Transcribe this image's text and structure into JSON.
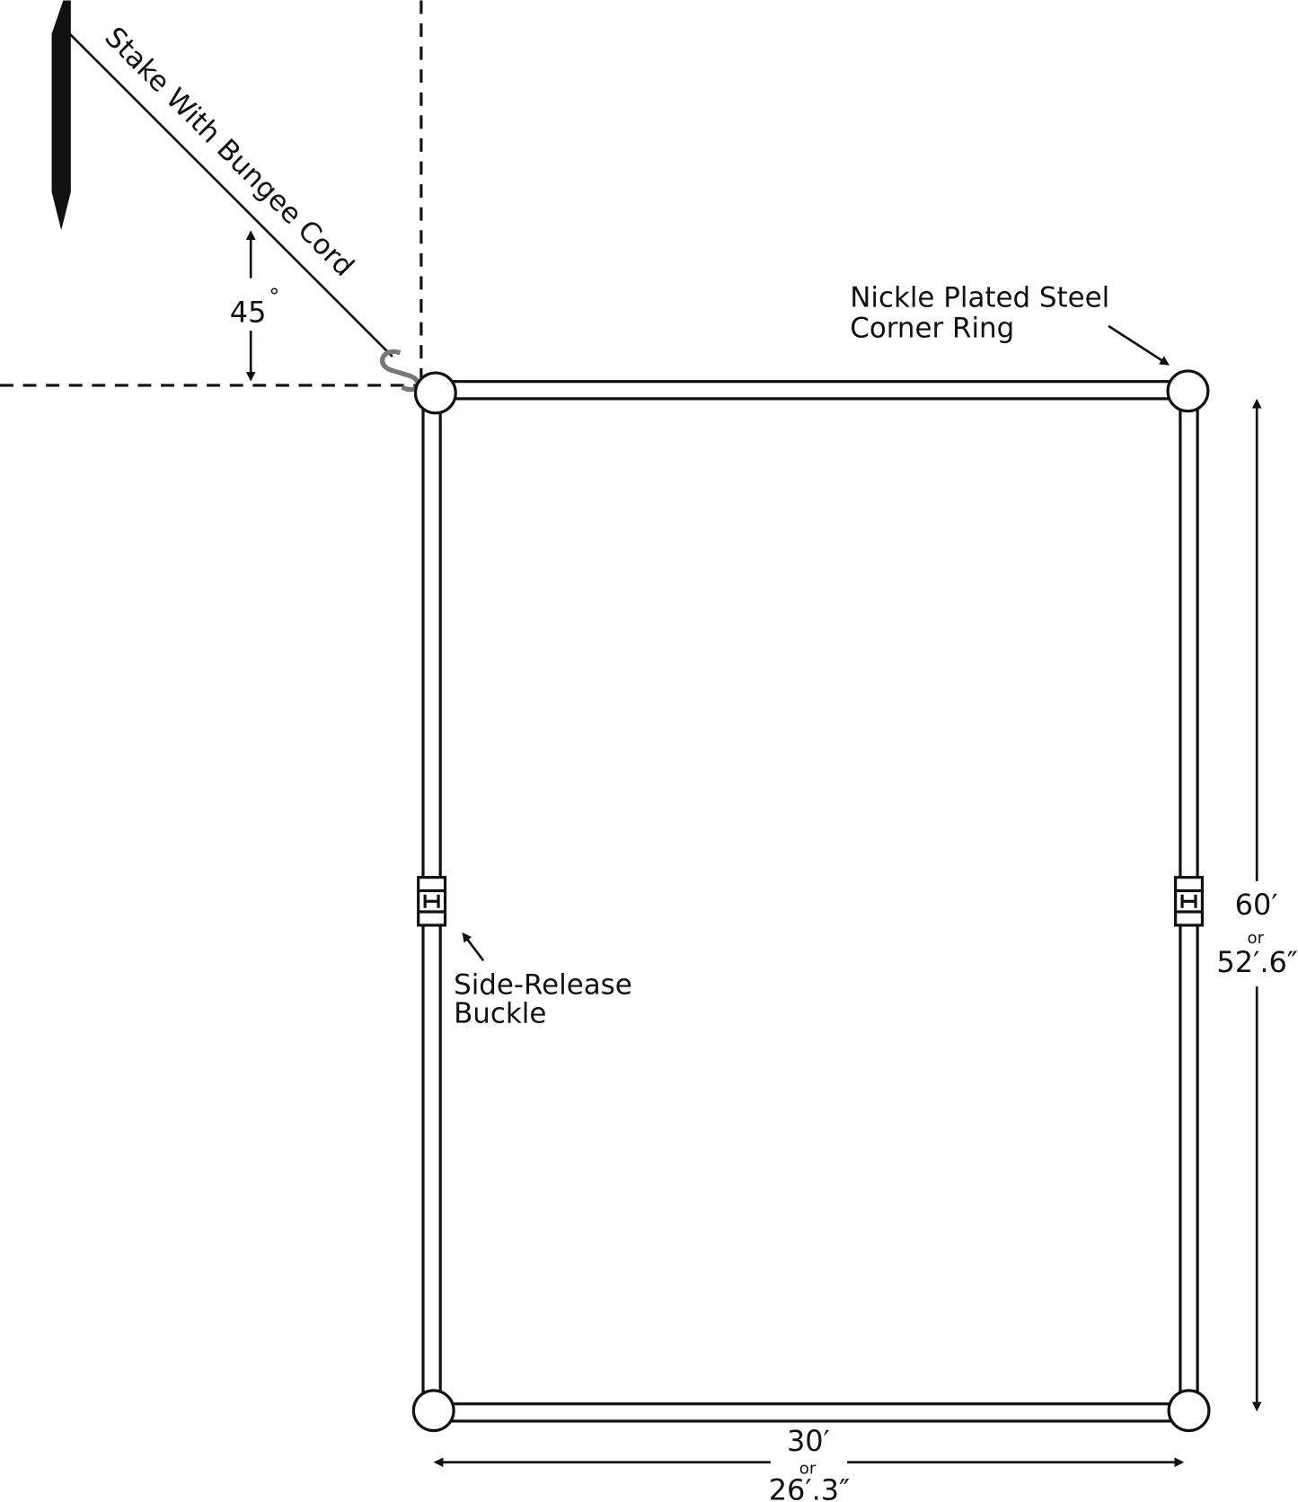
{
  "labels": {
    "stake": "Stake With Bungee Cord",
    "angle": "45",
    "degree": "°",
    "corner_ring_line1": "Nickle  Plated  Steel",
    "corner_ring_line2": "Corner  Ring",
    "buckle_line1": "Side-Release",
    "buckle_line2": "Buckle"
  },
  "dimensions": {
    "length_primary": "60′",
    "length_or": "or",
    "length_alt": "52′.6″",
    "width_primary": "30′",
    "width_or": "or",
    "width_alt": "26′.3″"
  }
}
